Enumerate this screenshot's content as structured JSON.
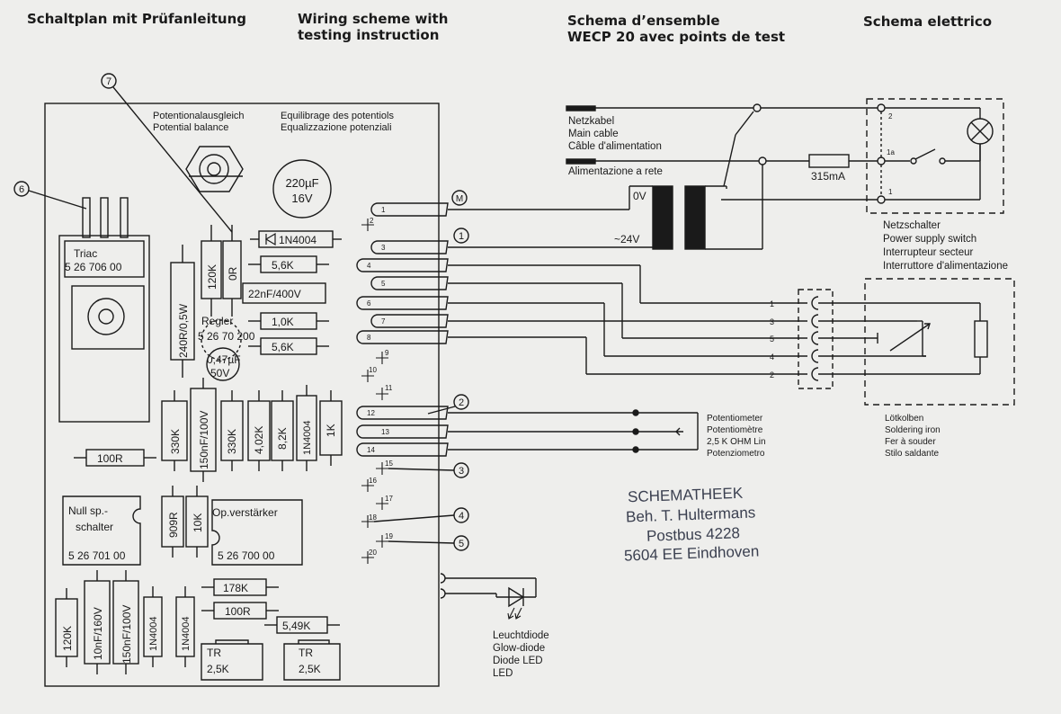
{
  "headers": {
    "de": "Schaltplan mit Prüfanleitung",
    "en": [
      "Wiring scheme with",
      "testing instruction"
    ],
    "fr": [
      "Schema d’ensemble",
      "WECP 20 avec points de test"
    ],
    "it": "Schema elettrico"
  },
  "board": {
    "equipotential": [
      "Potentionalausgleich",
      "Potential balance"
    ],
    "equipotential_fr_it": [
      "Equilibrage des potentiols",
      "Equalizzazione potenziali"
    ],
    "triac": [
      "Triac",
      "5 26 706 00"
    ],
    "regler": [
      "Regler",
      "5 26 70 200"
    ],
    "null_switch": [
      "Null sp.-",
      "schalter",
      "5 26 701 00"
    ],
    "op_amp": [
      "Op.verstärker",
      "5 26 700 00"
    ],
    "cap_220": [
      "220µF",
      "16V"
    ],
    "cap_047": [
      "0,47µF",
      "50V"
    ],
    "components": {
      "r240": "240R/0,5W",
      "r120k": "120K",
      "r0": "0R",
      "d1": "1N4004",
      "r56k_a": "5,6K",
      "c22n": "22nF/400V",
      "r10k": "1,0K",
      "r56k_b": "5,6K",
      "r330k_a": "330K",
      "c150n_a": "150nF/100V",
      "r330k_b": "330K",
      "r402k": "4,02K",
      "r82k": "8,2K",
      "d2": "1N4004",
      "r1k": "1K",
      "r100r_a": "100R",
      "r909r": "909R",
      "r10k_b": "10K",
      "r120k_b": "120K",
      "c10n": "10nF/160V",
      "c150n_b": "150nF/100V",
      "d3": "1N4004",
      "d4": "1N4004",
      "r178k": "178K",
      "r100r_b": "100R",
      "r549k": "5,49K",
      "tr1": [
        "TR",
        "2,5K"
      ],
      "tr2": [
        "TR",
        "2,5K"
      ]
    },
    "pins": [
      "1",
      "3",
      "4",
      "5",
      "6",
      "7",
      "8",
      "12",
      "13",
      "14"
    ],
    "test_points": [
      "2",
      "9",
      "10",
      "11",
      "15",
      "16",
      "17",
      "18",
      "19",
      "20"
    ]
  },
  "markers": [
    "M",
    "1",
    "2",
    "3",
    "4",
    "5",
    "6",
    "7"
  ],
  "mains": {
    "cable": [
      "Netzkabel",
      "Main cable",
      "Câble d'alimentation"
    ],
    "cable_it": "Alimentazione a rete",
    "fuse": "315mA",
    "ov": "0V",
    "v24": "~24V",
    "switch_terms": [
      "2",
      "1a",
      "1"
    ],
    "switch": [
      "Netzschalter",
      "Power supply switch",
      "Interrupteur secteur",
      "Interruttore d'alimentazione"
    ]
  },
  "iron": {
    "wires": [
      "1",
      "3",
      "5",
      "4",
      "2"
    ],
    "label": [
      "Lötkolben",
      "Soldering iron",
      "Fer à souder",
      "Stilo saldante"
    ]
  },
  "pot": {
    "label": [
      "Potentiometer",
      "Potentiomètre",
      "2,5 K OHM Lin",
      "Potenziometro"
    ]
  },
  "led": {
    "label": [
      "Leuchtdiode",
      "Glow-diode",
      "Diode LED",
      "LED"
    ]
  },
  "stamp": [
    "SCHEMATHEEK",
    "Beh. T. Hultermans",
    "Postbus 4228",
    "5604 EE  Eindhoven"
  ]
}
